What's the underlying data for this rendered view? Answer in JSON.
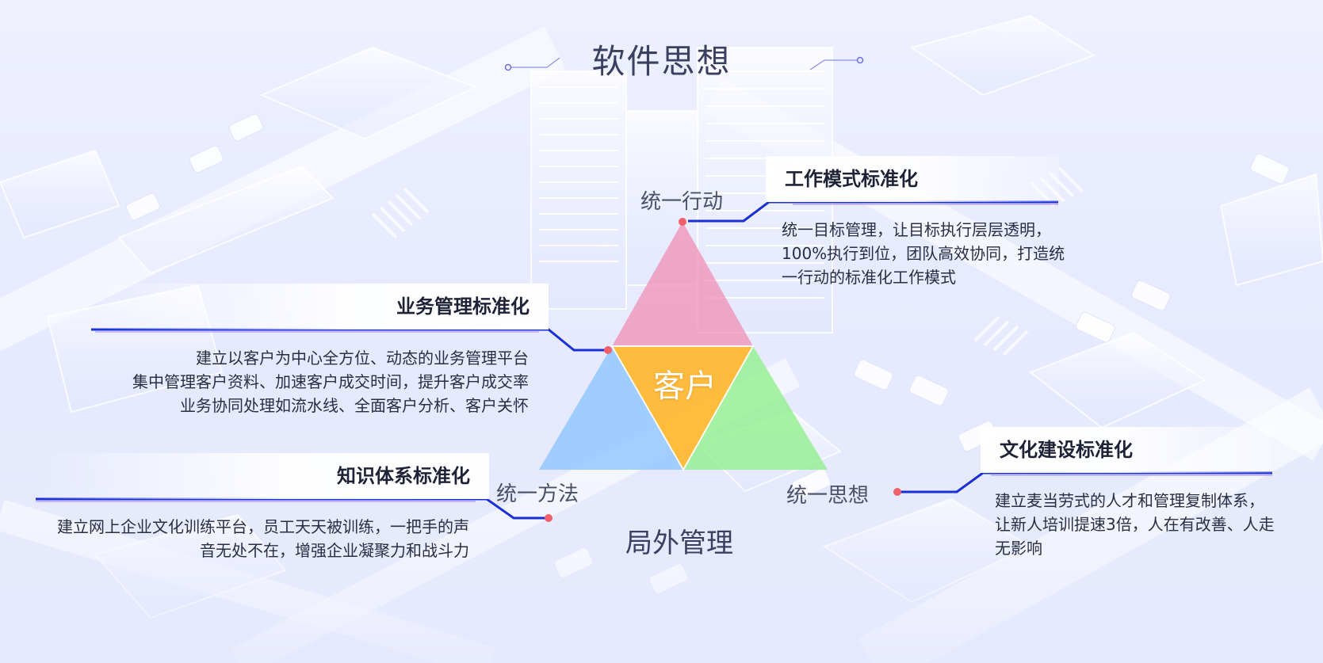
{
  "title": "软件思想",
  "diagram": {
    "center": "客户",
    "bottom": "局外管理",
    "vertices": {
      "top": "统一行动",
      "left": "统一方法",
      "right": "统一思想"
    }
  },
  "sections": {
    "work_mode": {
      "heading": "工作模式标准化",
      "lines": [
        "统一目标管理，让目标执行层层透明，",
        "100%执行到位，团队高效协同，打造统",
        "一行动的标准化工作模式"
      ]
    },
    "business": {
      "heading": "业务管理标准化",
      "lines": [
        "建立以客户为中心全方位、动态的业务管理平台",
        "集中管理客户资料、加速客户成交时间，提升客户成交率",
        "业务协同处理如流水线、全面客户分析、客户关怀"
      ]
    },
    "knowledge": {
      "heading": "知识体系标准化",
      "lines": [
        "建立网上企业文化训练平台，员工天天被训练，一把手的声",
        "音无处不在，增强企业凝聚力和战斗力"
      ]
    },
    "culture": {
      "heading": "文化建设标准化",
      "lines": [
        "建立麦当劳式的人才和管理复制体系，",
        "让新人培训提速3倍，人在有改善、人走",
        "无影响"
      ]
    }
  },
  "colors": {
    "top_triangle": "#f08cb0",
    "left_triangle": "#8cc4ff",
    "right_triangle": "#8ff08a",
    "center_triangle": "#ffb833",
    "connector": "#1a2fd6",
    "dot": "#f0606a"
  }
}
